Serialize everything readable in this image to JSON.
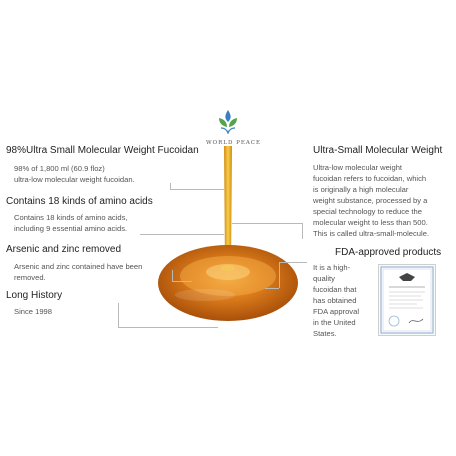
{
  "logo": {
    "text": "WORLD PEACE",
    "icon": "lotus-drop-icon",
    "color": "#3a7fbf"
  },
  "left_features": [
    {
      "title": "98%Ultra Small Molecular Weight Fucoidan",
      "lines": [
        "98% of 1,800 ml (60.9 floz)",
        "ultra-low molecular weight fucoidan."
      ]
    },
    {
      "title": "Contains 18 kinds of amino acids",
      "lines": [
        "Contains 18 kinds of amino acids,",
        "including 9 essential amino acids."
      ]
    },
    {
      "title": "Arsenic and zinc removed",
      "lines": [
        "Arsenic and zinc contained have been",
        "removed."
      ]
    },
    {
      "title": "Long History",
      "lines": [
        "Since 1998"
      ]
    }
  ],
  "right_features": [
    {
      "title": "Ultra-Small Molecular Weight",
      "lines": [
        "Ultra-low molecular weight",
        "fucoidan refers to fucoidan, which",
        "is originally a high molecular",
        "weight substance, processed by a",
        "special technology to reduce the",
        "molecular weight to less than 500.",
        "This is called ultra-small-molecule."
      ]
    },
    {
      "title": "FDA-approved products",
      "lines": [
        "It is a high-",
        "quality",
        "fucoidan that",
        "has obtained",
        "FDA approval",
        "in the United",
        "States."
      ]
    }
  ],
  "colors": {
    "honey": "#c7690f",
    "honey_light": "#f0a23a",
    "stream": "#e8b21a",
    "line": "#b9b9b9"
  }
}
